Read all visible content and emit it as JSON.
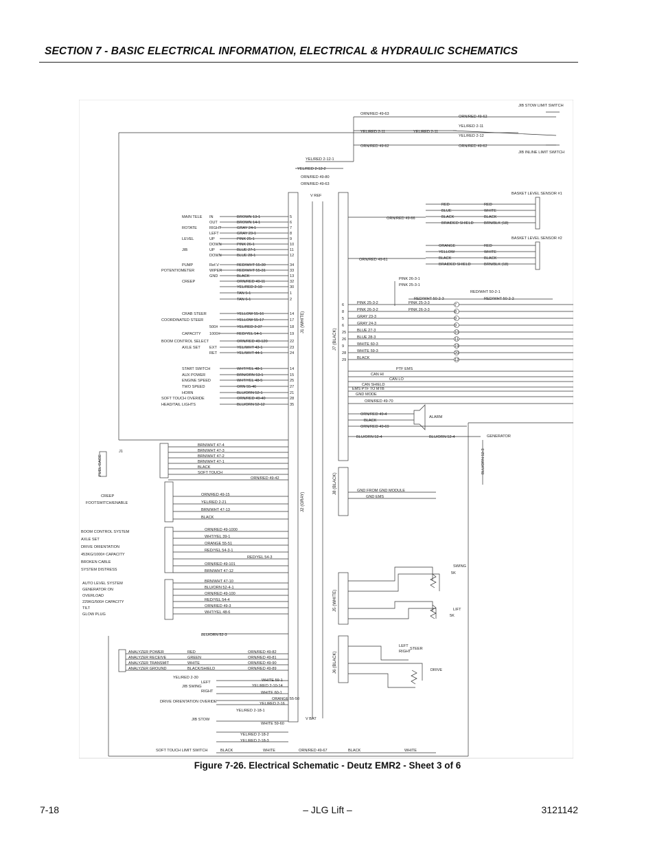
{
  "header": {
    "title": "SECTION 7 - BASIC ELECTRICAL INFORMATION, ELECTRICAL & HYDRAULIC SCHEMATICS"
  },
  "figure": {
    "caption": "Figure 7-26.  Electrical Schematic - Deutz EMR2 - Sheet 3 of 6"
  },
  "footer": {
    "page_number": "7-18",
    "center": "– JLG Lift –",
    "doc_number": "3121142"
  },
  "schematic": {
    "top_right": {
      "jib_stow": "JIB STOW LIMIT SWITCH",
      "jib_inline": "JIB INLINE LIMIT SWITCH",
      "wires": [
        "ORN/RED 49-63",
        "YEL/RED 2-11",
        "ORN/RED 49-62",
        "YEL/RED 2-12-1",
        "YEL/RED 2-12-2",
        "ORN/RED 49-80",
        "ORN/RED 49-63"
      ],
      "right_wires": [
        "ORN/RED 49-62",
        "YEL/RED 2-11",
        "YEL/RED 2-12",
        "ORN/RED 49-62"
      ]
    },
    "sensors": {
      "s1": "BASKET LEVEL SENSOR #1",
      "s2": "BASKET LEVEL SENSOR #2",
      "s1_wires": [
        "RED",
        "BLUE",
        "BLACK",
        "BRAIDED SHIELD"
      ],
      "s1_right": [
        "RED",
        "WHITE",
        "BLACK",
        "BRN/BLK (18)"
      ],
      "s2_wires": [
        "ORANGE",
        "YELLOW",
        "BLACK",
        "BRAIDED SHIELD"
      ],
      "s2_right": [
        "RED",
        "WHITE",
        "BLACK",
        "BRN/BLK (18)"
      ],
      "mid": [
        "ORN/RED 49-66",
        "ORN/RED 49-61"
      ]
    },
    "j1_left": [
      {
        "label": "MAIN TELE",
        "sub": "IN",
        "wire": "BROWN 13-1",
        "pin": "5"
      },
      {
        "label": "",
        "sub": "OUT",
        "wire": "BROWN 14-1",
        "pin": "6"
      },
      {
        "label": "ROTATE",
        "sub": "RIGHT",
        "wire": "GRAY 24-1",
        "pin": "7"
      },
      {
        "label": "",
        "sub": "LEFT",
        "wire": "GRAY 23-1",
        "pin": "8"
      },
      {
        "label": "LEVEL",
        "sub": "UP",
        "wire": "PINK 25-1",
        "pin": "9"
      },
      {
        "label": "",
        "sub": "DOWN",
        "wire": "PINK 26-1",
        "pin": "10"
      },
      {
        "label": "JIB",
        "sub": "UP",
        "wire": "BLUE 27-1",
        "pin": "11"
      },
      {
        "label": "",
        "sub": "DOWN",
        "wire": "BLUE 28-1",
        "pin": "12"
      },
      {
        "label": "PUMP",
        "sub": "Ref.V",
        "wire": "RED/WHT 55-30",
        "pin": "34"
      },
      {
        "label": "POTENTIOMETER",
        "sub": "WIPER",
        "wire": "RED/WHT 55-31",
        "pin": "33"
      },
      {
        "label": "",
        "sub": "GND",
        "wire": "BLACK",
        "pin": "13"
      },
      {
        "label": "CREEP",
        "sub": "",
        "wire": "ORN/RED 49-11",
        "pin": "32"
      },
      {
        "label": "",
        "sub": "",
        "wire": "YEL/RED 2-10",
        "pin": "30"
      },
      {
        "label": "",
        "sub": "",
        "wire": "TAN 5-1",
        "pin": "1"
      },
      {
        "label": "",
        "sub": "",
        "wire": "TAN 6-1",
        "pin": "2"
      },
      {
        "label": "CRAB STEER",
        "sub": "",
        "wire": "YELLOW 55-16",
        "pin": "14"
      },
      {
        "label": "COORDINATED STEER",
        "sub": "",
        "wire": "YELLOW 55-17",
        "pin": "17"
      },
      {
        "label": "",
        "sub": "500#",
        "wire": "YEL/RED 2-37",
        "pin": "18"
      },
      {
        "label": "CAPACITY",
        "sub": "1000#",
        "wire": "RED/YEL 54-1",
        "pin": "19"
      },
      {
        "label": "BOOM CONTROL SELECT",
        "sub": "",
        "wire": "ORN/RED 49-120",
        "pin": "22"
      },
      {
        "label": "AXLE SET",
        "sub": "EXT",
        "wire": "YEL/WHT 43-1",
        "pin": "23"
      },
      {
        "label": "",
        "sub": "RET",
        "wire": "YEL/WHT 44-1",
        "pin": "24"
      },
      {
        "label": "START SWITCH",
        "sub": "",
        "wire": "WHT/YEL 48-1",
        "pin": "14"
      },
      {
        "label": "AUX POWER",
        "sub": "",
        "wire": "BRN/ORN 53-1",
        "pin": "15"
      },
      {
        "label": "ENGINE SPEED",
        "sub": "",
        "wire": "WHT/YEL 48-5",
        "pin": "25"
      },
      {
        "label": "TWO SPEED",
        "sub": "",
        "wire": "ORN 55-46",
        "pin": "27"
      },
      {
        "label": "HORN",
        "sub": "",
        "wire": "BLU/ORN 52-1",
        "pin": "21"
      },
      {
        "label": "SOFT TOUCH OVERIDE",
        "sub": "",
        "wire": "ORN/RED 49-40",
        "pin": "28"
      },
      {
        "label": "HEAD/TAIL LIGHTS",
        "sub": "",
        "wire": "BLU/ORN 52-12",
        "pin": "35"
      }
    ],
    "j1_label": "J1  (WHITE)",
    "j7_label": "J7  (BLACK)",
    "j2_label": "J2  (GRAY)",
    "j8_label": "J8  (BLACK)",
    "j5_label": "J5  (WHITE)",
    "j6_label": "J6  (BLACK)",
    "vref": "V REF",
    "vbat": "V BAT",
    "j7_right": [
      {
        "pin": "6",
        "wire": "PINK 25-3-2",
        "far": "PINK 25-3-3",
        "cnum": "7"
      },
      {
        "pin": "8",
        "wire": "PINK 26-3-2",
        "far": "PINK 26-3-3",
        "cnum": "8"
      },
      {
        "pin": "5",
        "wire": "GRAY 23-3",
        "cnum": "9"
      },
      {
        "pin": "6",
        "wire": "GRAY 24-3",
        "cnum": "9"
      },
      {
        "pin": "25",
        "wire": "BLUE 27-3",
        "cnum": "10"
      },
      {
        "pin": "26",
        "wire": "BLUE 28-3",
        "cnum": "11"
      },
      {
        "pin": "9",
        "wire": "WHITE 60-3",
        "cnum": "19"
      },
      {
        "pin": "28",
        "wire": "WHITE 59-3",
        "cnum": "20"
      },
      {
        "pin": "29",
        "wire": "BLACK",
        "cnum": "12"
      }
    ],
    "pink_top": [
      "PINK 26-3-1",
      "PINK 25-3-1",
      "RED/WHT 50-2-1",
      "RED/WHT 50-2-2",
      "RED/WHT 50-2-3"
    ],
    "can": [
      "PTF EMS",
      "CAN HI",
      "CAN LO",
      "CAN SHIELD",
      "EMS PTF TO MTB",
      "GND MODE",
      "ORN/RED 49-70"
    ],
    "alarm": {
      "label": "ALARM",
      "wires": [
        "ORN/RED 49-4",
        "BLACK",
        "ORN/RED 49-69"
      ]
    },
    "generator": {
      "label": "GENERATOR",
      "wires": [
        "BLU/ORN 52-4",
        "BLU/ORN 52-4",
        "BLU/ORN 52-3"
      ]
    },
    "fuel": {
      "label": "FUEL GAGE",
      "j": "J1",
      "wires": [
        "BRN/WHT 47-4",
        "BRN/WHT 47-3",
        "BRN/WHT 47-2",
        "BRN/WHT 47-1",
        "BLACK",
        "SOFT TOUCH",
        "ORN/RED 49-42"
      ]
    },
    "j2_block": {
      "labels": [
        "CREEP",
        "FOOTSWITCH/ENABLE"
      ],
      "wires": [
        "ORN/RED 49-15",
        "YEL/RED 2-21",
        "BRN/WHT 47-13",
        "BLACK"
      ]
    },
    "j3_block": {
      "labels": [
        "BOOM CONTROL SYSTEM",
        "AXLE SET",
        "DRIVE ORIENTATION",
        "453KG/1000# CAPACITY",
        "BROKEN CABLE",
        "SYSTEM DISTRESS"
      ],
      "wires": [
        "ORN/RED 49-1000",
        "WHT/YEL 39-1",
        "ORANGE 55-51",
        "RED/YEL 54-3-1",
        "RED/YEL 54-3",
        "ORN/RED 49-101",
        "BRN/WHT 47-12"
      ]
    },
    "j4_block": {
      "labels": [
        "AUTO LEVEL SYSTEM",
        "GENERATOR ON",
        "OVERLOAD",
        "229KG/500# CAPACITY",
        "TILT",
        "GLOW PLUG"
      ],
      "wires": [
        "BRN/WHT 47-10",
        "BLU/ORN 52-4-1",
        "ORN/RED 49-100",
        "RED/YEL 54-4",
        "ORN/RED 49-3",
        "WHT/YEL 48-6"
      ]
    },
    "gnd": [
      "GND FROM GND MODULE",
      "GND EMS"
    ],
    "swing": {
      "label": "SWING",
      "sub": "5K"
    },
    "lift": {
      "label": "LIFT",
      "sub": "5K"
    },
    "steer": {
      "label": "STEER",
      "left": "LEFT",
      "right": "RIGHT"
    },
    "drive": "DRIVE",
    "bluorn523": "BLU/ORN 52-3",
    "analyzer": {
      "items": [
        "ANALYZER POWER",
        "ANALYZER RECEIVE",
        "ANALYZER TRANSMIT",
        "ANALYZER GROUND"
      ],
      "colors": [
        "RED",
        "GREEN",
        "WHITE",
        "BLACK/SHIELD"
      ],
      "wires": [
        "ORN/RED 49-82",
        "ORN/RED 49-81",
        "ORN/RED 49-90",
        "ORN/RED 49-89"
      ]
    },
    "bottom": {
      "jib_swing": "JIB SWING",
      "left": "LEFT",
      "right": "RIGHT",
      "drive_or": "DRIVE ORIENTATION OVERIDE",
      "jib_stow": "JIB STOW",
      "soft": "SOFT TOUCH LIMIT SWITCH",
      "wires": [
        "YEL/RED 2-30",
        "WHITE 59-1",
        "YEL/RED 2-10-14",
        "WHITE 60-1",
        "YEL/RED 2-16",
        "ORANGE 55-50",
        "YEL/RED 2-18-1",
        "WHITE 59-60",
        "YEL/RED 2-18-2",
        "YEL/RED 2-18-3",
        "BLACK",
        "WHITE",
        "ORN/RED 49-67",
        "BLACK",
        "WHITE"
      ]
    }
  }
}
